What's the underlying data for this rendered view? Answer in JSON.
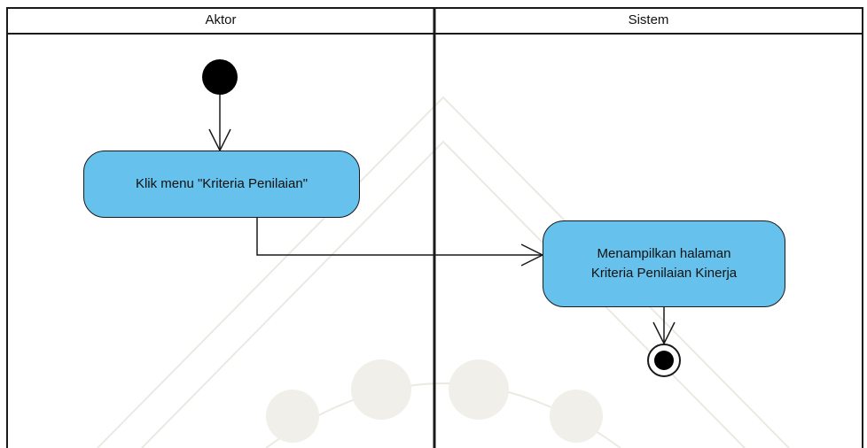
{
  "lanes": [
    {
      "title": "Aktor"
    },
    {
      "title": "Sistem"
    }
  ],
  "activities": {
    "click_menu": "Klik menu \"Kriteria Penilaian\"",
    "show_page_line1": "Menampilkan halaman",
    "show_page_line2": "Kriteria Penilaian Kinerja"
  },
  "colors": {
    "activity_fill": "#66c2ec",
    "line": "#1a1a1a",
    "background": "#ffffff"
  },
  "icons": {
    "initial": "filled-circle",
    "final": "bullseye"
  }
}
